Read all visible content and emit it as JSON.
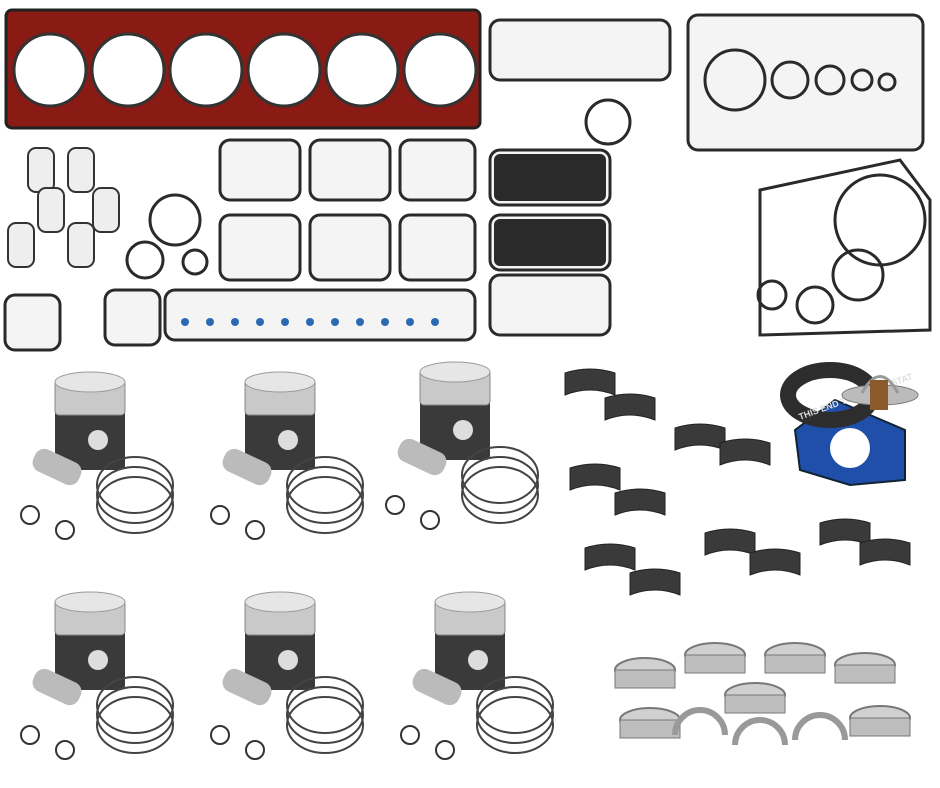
{
  "image": {
    "subject": "engine-rebuild-kit",
    "parts": [
      {
        "name": "cylinder-head-gasket"
      },
      {
        "name": "gasket-set"
      },
      {
        "name": "pistons",
        "count": 6
      },
      {
        "name": "piston-rings"
      },
      {
        "name": "piston-pins"
      },
      {
        "name": "rod-bearings"
      },
      {
        "name": "main-bearings"
      },
      {
        "name": "thrust-washers"
      },
      {
        "name": "thermostat-kit"
      }
    ],
    "thermostat_seal_text": "THIS END TO THERMOSTAT",
    "colors": {
      "head_gasket": "#8a1a14",
      "gasket_black": "#2a2a2a",
      "thermostat_gasket": "#1f4fa8",
      "bearing": "#3a3a3a",
      "piston": "#c9c9c9"
    }
  }
}
